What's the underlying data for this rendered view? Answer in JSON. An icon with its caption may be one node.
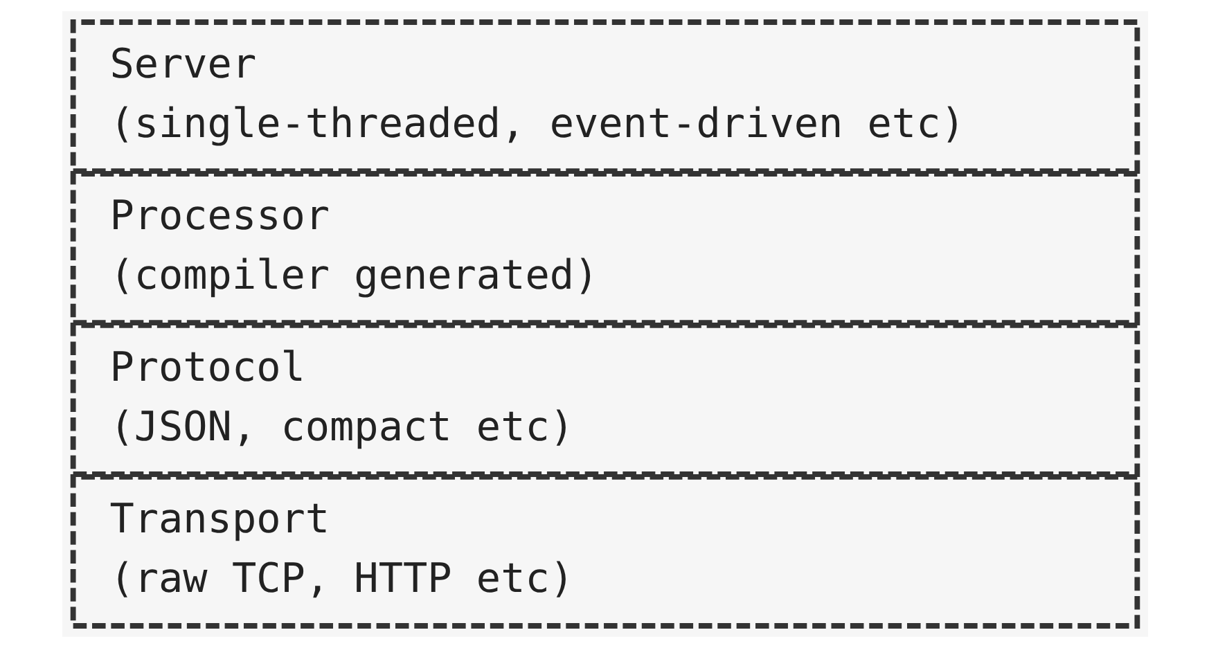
{
  "diagram": {
    "nodes": [
      {
        "text": [
          "Server",
          "(single-threaded, event-driven etc)"
        ]
      },
      {
        "text": [
          "Processor",
          "(compiler generated)"
        ]
      },
      {
        "text": [
          "Protocol",
          "(JSON, compact etc)"
        ]
      },
      {
        "text": [
          "Transport",
          "(raw TCP, HTTP etc)"
        ]
      }
    ]
  }
}
